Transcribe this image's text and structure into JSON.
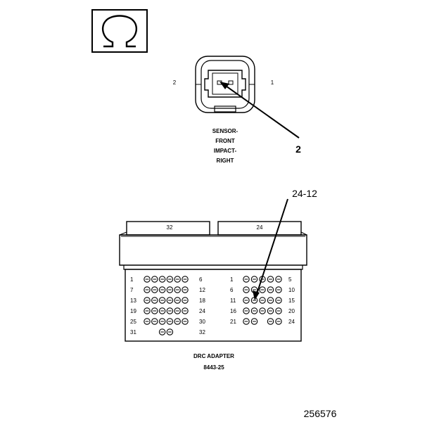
{
  "sensor": {
    "pin_left": "2",
    "pin_right": "1",
    "label_lines": [
      "SENSOR-",
      "FRONT",
      "IMPACT-",
      "RIGHT"
    ],
    "callout": "2"
  },
  "adapter": {
    "callout": "24-12",
    "header_left": "32",
    "header_right": "24",
    "left_rows": [
      {
        "start": "1",
        "end": "6"
      },
      {
        "start": "7",
        "end": "12"
      },
      {
        "start": "13",
        "end": "18"
      },
      {
        "start": "19",
        "end": "24"
      },
      {
        "start": "25",
        "end": "30"
      },
      {
        "start": "31",
        "end": "32"
      }
    ],
    "right_rows": [
      {
        "start": "1",
        "end": "5"
      },
      {
        "start": "6",
        "end": "10"
      },
      {
        "start": "11",
        "end": "15"
      },
      {
        "start": "16",
        "end": "20"
      },
      {
        "start": "21",
        "end": "24"
      }
    ],
    "label": "DRC ADAPTER",
    "part_number": "8443-25"
  },
  "figure_number": "256576",
  "icons": {
    "ohm": "ohm-symbol-icon"
  }
}
